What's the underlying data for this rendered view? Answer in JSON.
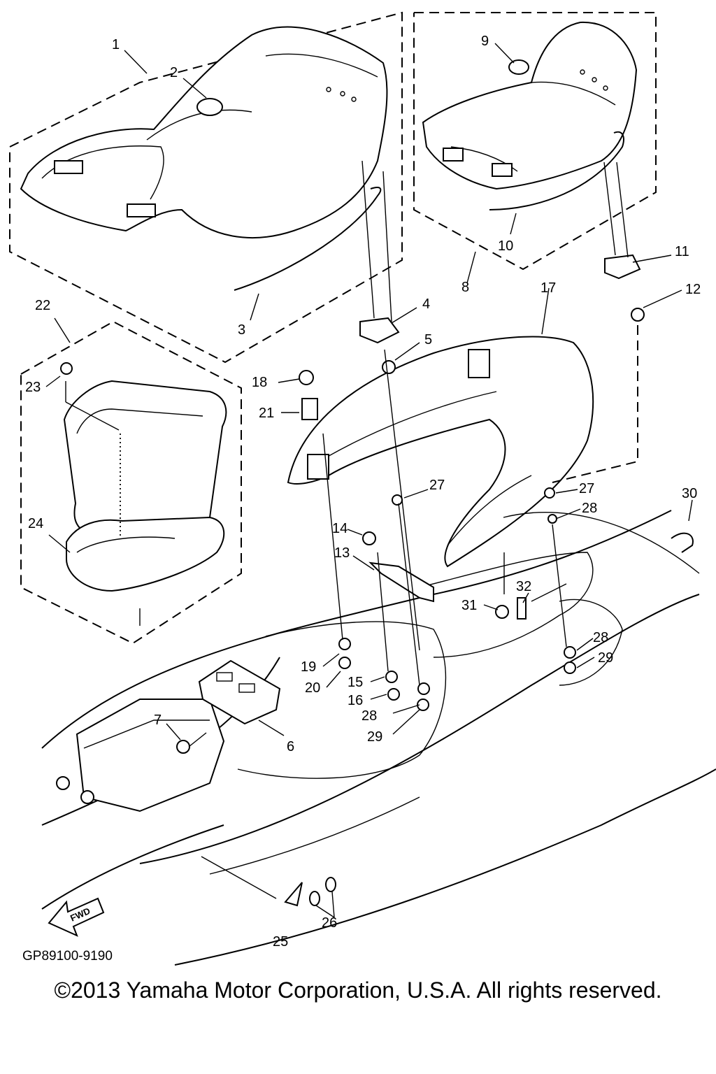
{
  "diagram": {
    "drawing_code": "GP89100-9190",
    "direction_label": "FWD",
    "callouts": [
      "1",
      "2",
      "3",
      "4",
      "5",
      "6",
      "7",
      "8",
      "9",
      "10",
      "11",
      "12",
      "13",
      "14",
      "15",
      "16",
      "17",
      "18",
      "19",
      "20",
      "21",
      "22",
      "23",
      "24",
      "25",
      "26",
      "27",
      "27",
      "28",
      "28",
      "28",
      "29",
      "29",
      "30",
      "31",
      "32"
    ]
  },
  "footer": {
    "copyright": "©2013 Yamaha Motor Corporation, U.S.A. All rights reserved."
  }
}
